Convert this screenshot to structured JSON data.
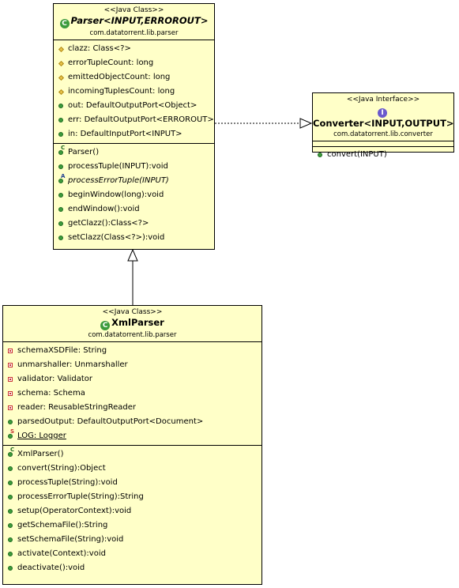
{
  "parser": {
    "stereotype": "<<Java Class>>",
    "name": "Parser<INPUT,ERROROUT>",
    "package": "com.datatorrent.lib.parser",
    "fields": [
      {
        "text": "clazz: Class<?>",
        "vis": "prot"
      },
      {
        "text": "errorTupleCount: long",
        "vis": "prot"
      },
      {
        "text": "emittedObjectCount: long",
        "vis": "prot"
      },
      {
        "text": "incomingTuplesCount: long",
        "vis": "prot"
      },
      {
        "text": "out: DefaultOutputPort<Object>",
        "vis": "pub"
      },
      {
        "text": "err: DefaultOutputPort<ERROROUT>",
        "vis": "pub"
      },
      {
        "text": "in: DefaultInputPort<INPUT>",
        "vis": "pub"
      }
    ],
    "methods": [
      {
        "text": "Parser()",
        "vis": "pub",
        "mod": "C"
      },
      {
        "text": "processTuple(INPUT):void",
        "vis": "pub"
      },
      {
        "text": "processErrorTuple(INPUT)",
        "vis": "pub",
        "mod": "A",
        "italic": true
      },
      {
        "text": "beginWindow(long):void",
        "vis": "pub"
      },
      {
        "text": "endWindow():void",
        "vis": "pub"
      },
      {
        "text": "getClazz():Class<?>",
        "vis": "pub"
      },
      {
        "text": "setClazz(Class<?>):void",
        "vis": "pub"
      }
    ]
  },
  "converter": {
    "stereotype": "<<Java Interface>>",
    "name": "Converter<INPUT,OUTPUT>",
    "package": "com.datatorrent.lib.converter",
    "fields": [],
    "methods": [
      {
        "text": "convert(INPUT)",
        "vis": "pub"
      }
    ]
  },
  "xmlparser": {
    "stereotype": "<<Java Class>>",
    "name": "XmlParser",
    "package": "com.datatorrent.lib.parser",
    "fields": [
      {
        "text": "schemaXSDFile: String",
        "vis": "priv"
      },
      {
        "text": "unmarshaller: Unmarshaller",
        "vis": "priv"
      },
      {
        "text": "validator: Validator",
        "vis": "priv"
      },
      {
        "text": "schema: Schema",
        "vis": "priv"
      },
      {
        "text": "reader: ReusableStringReader",
        "vis": "priv"
      },
      {
        "text": "parsedOutput: DefaultOutputPort<Document>",
        "vis": "pub"
      },
      {
        "text": "LOG: Logger",
        "vis": "pub",
        "mod": "S",
        "underline": true
      }
    ],
    "methods": [
      {
        "text": "XmlParser()",
        "vis": "pub",
        "mod": "C"
      },
      {
        "text": "convert(String):Object",
        "vis": "pub"
      },
      {
        "text": "processTuple(String):void",
        "vis": "pub"
      },
      {
        "text": "processErrorTuple(String):String",
        "vis": "pub"
      },
      {
        "text": "setup(OperatorContext):void",
        "vis": "pub"
      },
      {
        "text": "getSchemaFile():String",
        "vis": "pub"
      },
      {
        "text": "setSchemaFile(String):void",
        "vis": "pub"
      },
      {
        "text": "activate(Context):void",
        "vis": "pub"
      },
      {
        "text": "deactivate():void",
        "vis": "pub"
      }
    ]
  }
}
